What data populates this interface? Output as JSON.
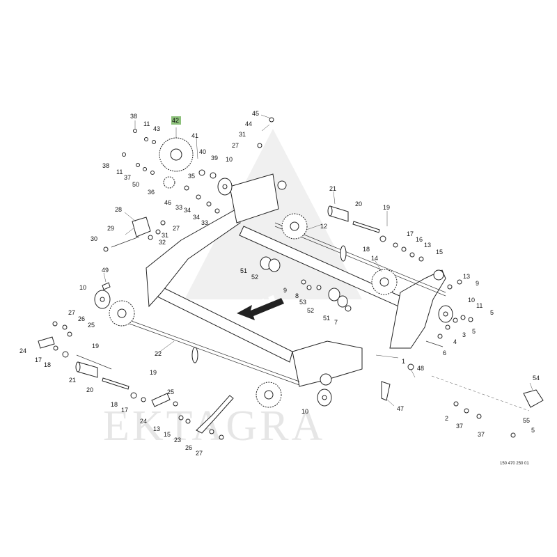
{
  "watermark": "EKTAGRA",
  "drawing_code": "150 470 250 01",
  "highlight_color": "#8cc07a",
  "callouts": [
    {
      "id": "c42",
      "text": "42",
      "highlight": true
    },
    {
      "id": "c38a",
      "text": "38"
    },
    {
      "id": "c11a",
      "text": "11"
    },
    {
      "id": "c43",
      "text": "43"
    },
    {
      "id": "c41",
      "text": "41"
    },
    {
      "id": "c40",
      "text": "40"
    },
    {
      "id": "c39",
      "text": "39"
    },
    {
      "id": "c10a",
      "text": "10"
    },
    {
      "id": "c38b",
      "text": "38"
    },
    {
      "id": "c11b",
      "text": "11"
    },
    {
      "id": "c37a",
      "text": "37"
    },
    {
      "id": "c50",
      "text": "50"
    },
    {
      "id": "c36",
      "text": "36"
    },
    {
      "id": "c35",
      "text": "35"
    },
    {
      "id": "c46",
      "text": "46"
    },
    {
      "id": "c33a",
      "text": "33"
    },
    {
      "id": "c34a",
      "text": "34"
    },
    {
      "id": "c34b",
      "text": "34"
    },
    {
      "id": "c33b",
      "text": "33"
    },
    {
      "id": "c45",
      "text": "45"
    },
    {
      "id": "c44",
      "text": "44"
    },
    {
      "id": "c31a",
      "text": "31"
    },
    {
      "id": "c27a",
      "text": "27"
    },
    {
      "id": "c28",
      "text": "28"
    },
    {
      "id": "c27b",
      "text": "27"
    },
    {
      "id": "c29",
      "text": "29"
    },
    {
      "id": "c31b",
      "text": "31"
    },
    {
      "id": "c30",
      "text": "30"
    },
    {
      "id": "c32",
      "text": "32"
    },
    {
      "id": "c21a",
      "text": "21"
    },
    {
      "id": "c20a",
      "text": "20"
    },
    {
      "id": "c19a",
      "text": "19"
    },
    {
      "id": "c12",
      "text": "12"
    },
    {
      "id": "c17a",
      "text": "17"
    },
    {
      "id": "c16",
      "text": "16"
    },
    {
      "id": "c13a",
      "text": "13"
    },
    {
      "id": "c18a",
      "text": "18"
    },
    {
      "id": "c15a",
      "text": "15"
    },
    {
      "id": "c14",
      "text": "14"
    },
    {
      "id": "c51a",
      "text": "51"
    },
    {
      "id": "c52a",
      "text": "52"
    },
    {
      "id": "c49",
      "text": "49"
    },
    {
      "id": "c10b",
      "text": "10"
    },
    {
      "id": "c9a",
      "text": "9"
    },
    {
      "id": "c8",
      "text": "8"
    },
    {
      "id": "c53",
      "text": "53"
    },
    {
      "id": "c52b",
      "text": "52"
    },
    {
      "id": "c51b",
      "text": "51"
    },
    {
      "id": "c7",
      "text": "7"
    },
    {
      "id": "c13b",
      "text": "13"
    },
    {
      "id": "c9b",
      "text": "9"
    },
    {
      "id": "c10c",
      "text": "10"
    },
    {
      "id": "c11c",
      "text": "11"
    },
    {
      "id": "c5a",
      "text": "5"
    },
    {
      "id": "c3",
      "text": "3"
    },
    {
      "id": "c5b",
      "text": "5"
    },
    {
      "id": "c4",
      "text": "4"
    },
    {
      "id": "c6",
      "text": "6"
    },
    {
      "id": "c27c",
      "text": "27"
    },
    {
      "id": "c26a",
      "text": "26"
    },
    {
      "id": "c25a",
      "text": "25"
    },
    {
      "id": "c24a",
      "text": "24"
    },
    {
      "id": "c19b",
      "text": "19"
    },
    {
      "id": "c17b",
      "text": "17"
    },
    {
      "id": "c18b",
      "text": "18"
    },
    {
      "id": "c22",
      "text": "22"
    },
    {
      "id": "c21b",
      "text": "21"
    },
    {
      "id": "c1",
      "text": "1"
    },
    {
      "id": "c48",
      "text": "48"
    },
    {
      "id": "c19c",
      "text": "19"
    },
    {
      "id": "c20b",
      "text": "20"
    },
    {
      "id": "c25b",
      "text": "25"
    },
    {
      "id": "c18c",
      "text": "18"
    },
    {
      "id": "c17c",
      "text": "17"
    },
    {
      "id": "c24b",
      "text": "24"
    },
    {
      "id": "c13c",
      "text": "13"
    },
    {
      "id": "c15b",
      "text": "15"
    },
    {
      "id": "c23",
      "text": "23"
    },
    {
      "id": "c26b",
      "text": "26"
    },
    {
      "id": "c27d",
      "text": "27"
    },
    {
      "id": "c10d",
      "text": "10"
    },
    {
      "id": "c47",
      "text": "47"
    },
    {
      "id": "c54",
      "text": "54"
    },
    {
      "id": "c2",
      "text": "2"
    },
    {
      "id": "c37b",
      "text": "37"
    },
    {
      "id": "c37c",
      "text": "37"
    },
    {
      "id": "c55",
      "text": "55"
    },
    {
      "id": "c5c",
      "text": "5"
    }
  ]
}
